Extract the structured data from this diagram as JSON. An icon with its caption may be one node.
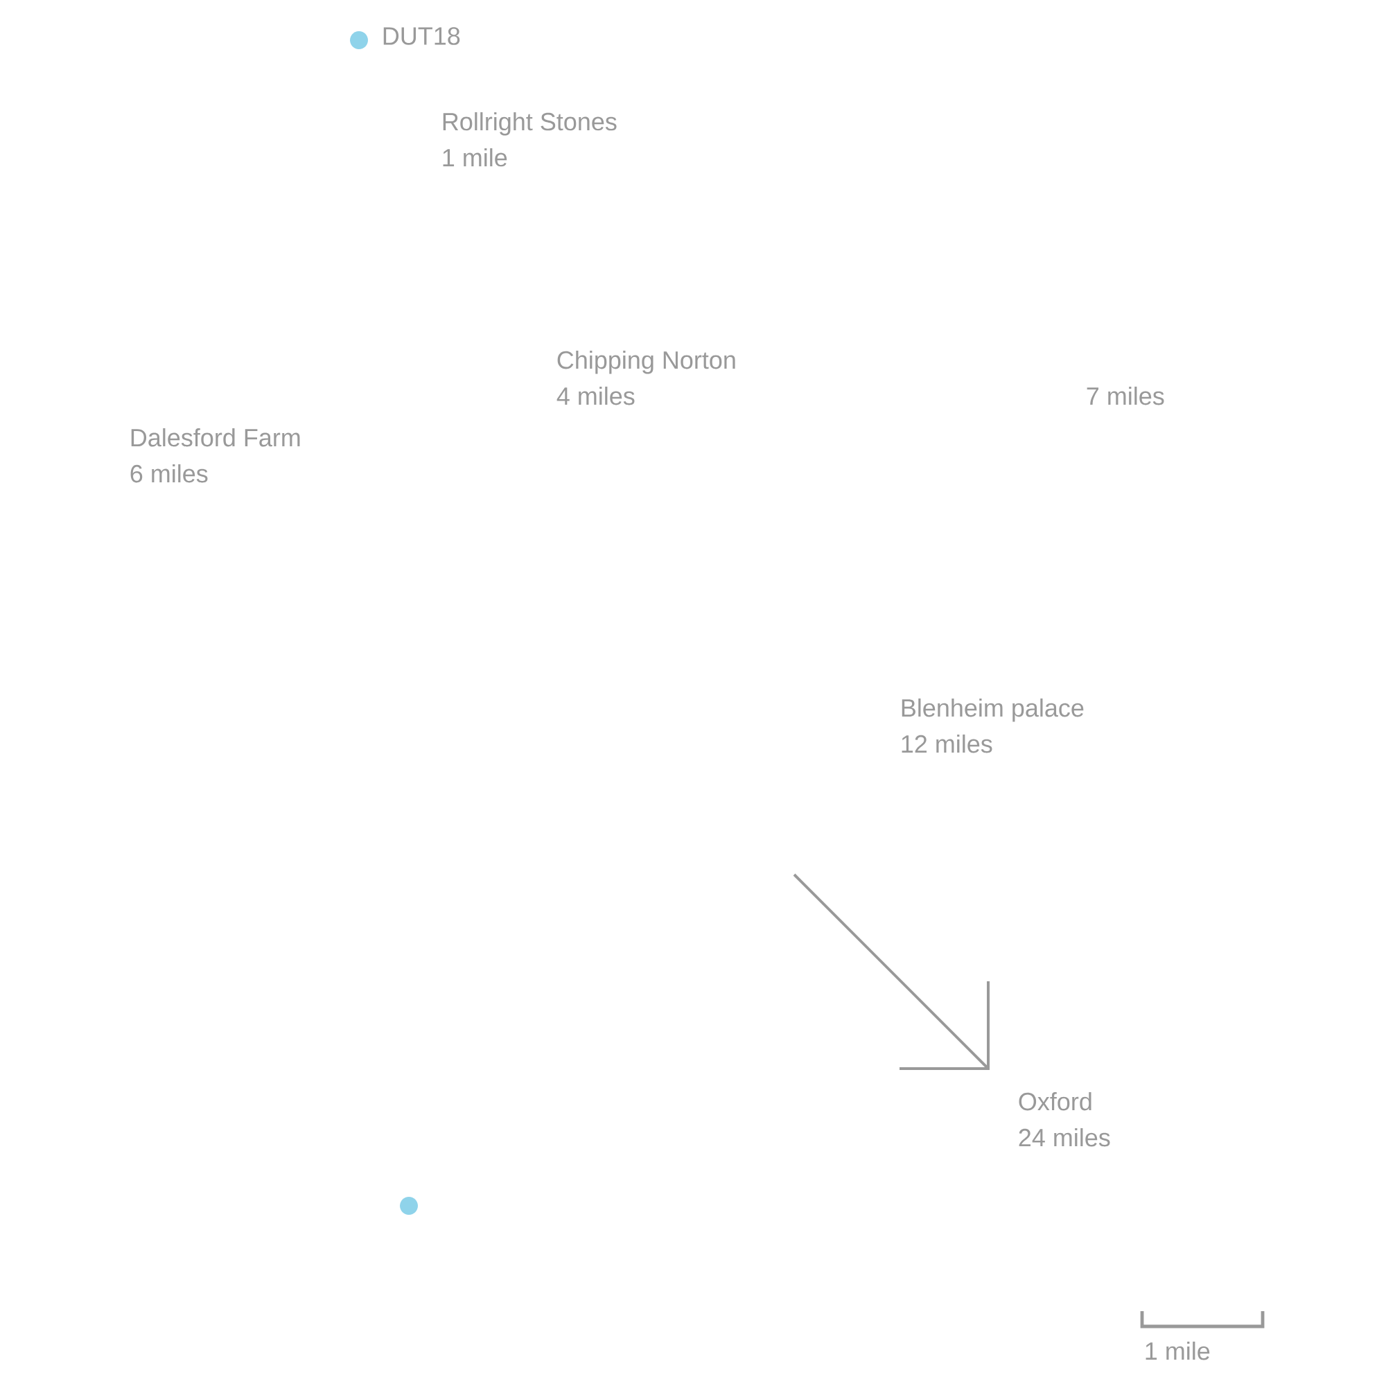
{
  "diagram": {
    "nodes": [
      {
        "text": [],
        "shape": "circle",
        "beside": [
          "DUT18"
        ]
      },
      {
        "text": [],
        "shape": "circle"
      }
    ],
    "labels": [
      "Rollright Stones",
      "1 mile",
      "Chipping Norton",
      "4 miles",
      "7 miles",
      "Dalesford Farm",
      "6 miles",
      "Blenheim palace",
      "12 miles",
      "Oxford",
      "24 miles",
      "1 mile"
    ]
  }
}
